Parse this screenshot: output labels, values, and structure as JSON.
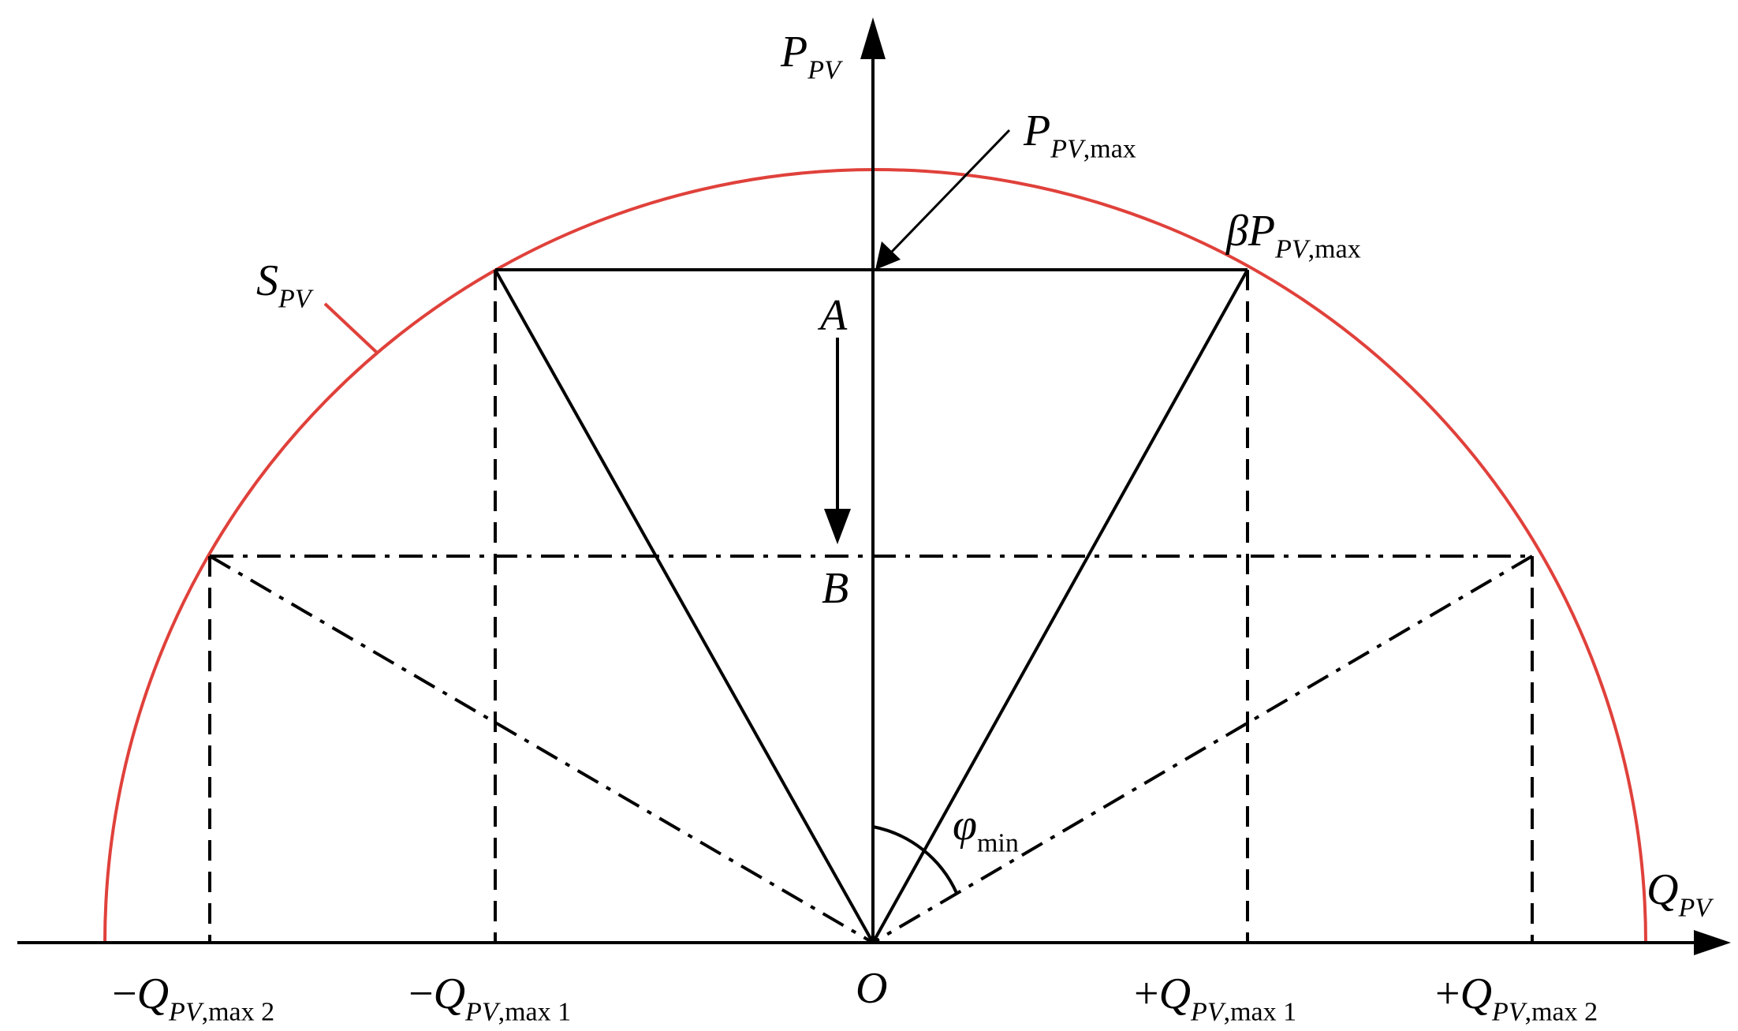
{
  "colors": {
    "circle": "#e0413b",
    "lines": "#000000",
    "background": "#ffffff"
  },
  "labels": {
    "p_axis": {
      "main": "P",
      "sub": "PV",
      "subsuffix": ""
    },
    "q_axis": {
      "main": "Q",
      "sub": "PV",
      "subsuffix": ""
    },
    "s_curve": {
      "main": "S",
      "sub": "PV",
      "subsuffix": ""
    },
    "p_max": {
      "main": "P",
      "sub": "PV",
      "subsuffix": ",max"
    },
    "beta_p_max": {
      "prefix": "β",
      "main": "P",
      "sub": "PV",
      "subsuffix": ",max"
    },
    "point_a": "A",
    "point_b": "B",
    "origin": "O",
    "phi_min": {
      "main": "φ",
      "subsuffix": "min"
    },
    "neg_q_max2": {
      "sign": "−",
      "main": "Q",
      "sub": "PV",
      "subsuffix": ",max 2"
    },
    "neg_q_max1": {
      "sign": "−",
      "main": "Q",
      "sub": "PV",
      "subsuffix": ",max 1"
    },
    "pos_q_max1": {
      "sign": "+",
      "main": "Q",
      "sub": "PV",
      "subsuffix": ",max 1"
    },
    "pos_q_max2": {
      "sign": "+",
      "main": "Q",
      "sub": "PV",
      "subsuffix": ",max 2"
    }
  }
}
